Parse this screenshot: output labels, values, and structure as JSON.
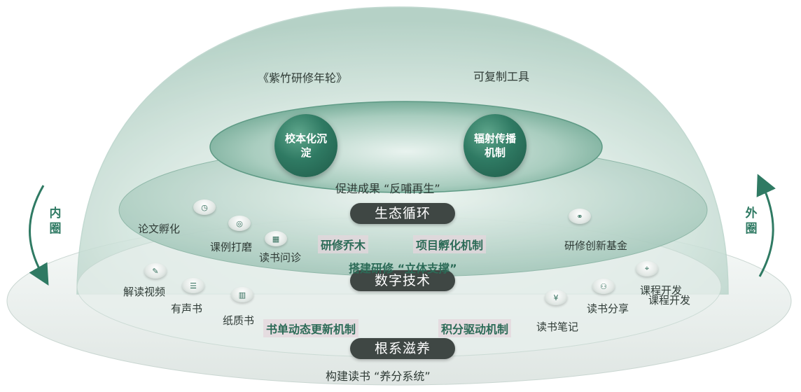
{
  "labels": {
    "top_left": "《紫竹研修年轮》",
    "top_right": "可复制工具",
    "circle_left": "校本化沉淀",
    "circle_right": "辐射传播机制",
    "inner_caption": "促进成果 “反哺再生”",
    "pill_ecology": "生态循环",
    "mid_caption": "搭建研修 “立体支撑”",
    "pill_digital": "数字技术",
    "pill_root": "根系滋养",
    "bottom_caption": "构建读书 “养分系统”",
    "side_left": "内圈",
    "side_right": "外圈"
  },
  "middle_items": {
    "lunwen": "论文孵化",
    "keli": "课例打磨",
    "dushu_wenzhen": "读书问诊",
    "yanxiu_qiaomu": "研修乔木",
    "xiangmu": "项目孵化机制",
    "jijin": "研修创新基金"
  },
  "outer_items": {
    "jiedu": "解读视频",
    "yousheng": "有声书",
    "zhizhi": "纸质书",
    "shudan": "书单动态更新机制",
    "jifen": "积分驱动机制",
    "biji": "读书笔记",
    "fenxiang": "读书分享",
    "kaifa1": "课程开发",
    "kaifa2": "课程开发"
  },
  "colors": {
    "accent": "#2c6b57",
    "pill": "#3f4744",
    "dome": "#9fc3b5"
  },
  "icons": {
    "lunwen": "clock-icon",
    "keli": "target-icon",
    "dushu_wenzhen": "calendar-icon",
    "jijin": "link-icon",
    "jiedu": "pen-icon",
    "yousheng": "list-icon",
    "zhizhi": "bar-chart-icon",
    "biji": "coin-icon",
    "fenxiang": "users-icon",
    "kaifa": "location-icon"
  }
}
